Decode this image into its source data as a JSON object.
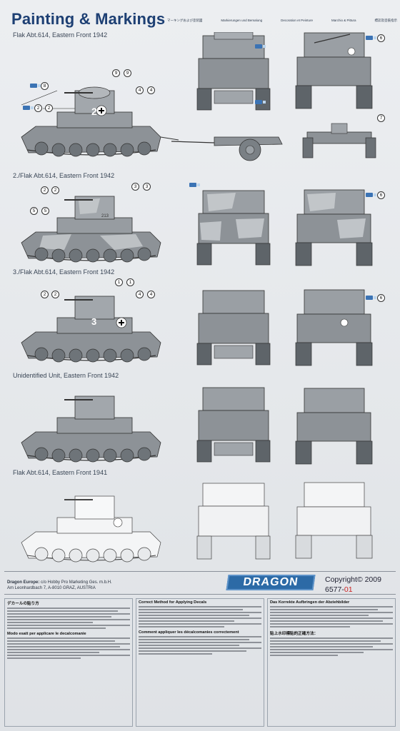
{
  "header": {
    "title": "Painting & Markings",
    "languages": [
      "マーキングおよび塗装図",
      "Markierungen und Bemalung",
      "Decoration et Peinture",
      "Marchio & Pittura",
      "標誌及塗裝指示"
    ]
  },
  "schemes": [
    {
      "label": "Flak Abt.614, Eastern Front 1942"
    },
    {
      "label": "2./Flak Abt.614, Eastern Front 1942"
    },
    {
      "label": "3./Flak Abt.614, Eastern Front 1942"
    },
    {
      "label": "Unidentified Unit, Eastern Front 1942"
    },
    {
      "label": "Flak Abt.614, Eastern Front 1941"
    }
  ],
  "callouts": {
    "s1": [
      "8",
      "2",
      "2",
      "9",
      "9",
      "4",
      "4",
      "6",
      "7"
    ],
    "s2": [
      "2",
      "2",
      "3",
      "3",
      "5",
      "5",
      "6"
    ],
    "s3": [
      "2",
      "2",
      "1",
      "1",
      "4",
      "4",
      "6"
    ]
  },
  "turret_numbers": {
    "s1": "2",
    "s2": "213",
    "s3": "3"
  },
  "footer": {
    "company": "Dragon Europe:",
    "company_rest": " c/o Hobby Pro Marketing Ges. m.b.H.",
    "address": "Am Leonhardbach 7, A-8010 GRAZ, AUSTRIA",
    "logo": "DRAGON",
    "copyright": "Copyright© 2009",
    "code_prefix": "6577-",
    "code_suffix": "01"
  },
  "instructions": {
    "col1_h": "デカールの貼り方",
    "col1_sub": "Modo esatt per applicare le decalcomanie",
    "col2_h": "Correct Method for Applying Decals",
    "col2_sub": "Comment appliquer les décalcomanies correctement",
    "col3_h": "Das Korrekte Aufbringen der Abziehbilder",
    "col3_sub": "貼上水印標貼的正確方法："
  },
  "colors": {
    "title": "#1d3f73",
    "vehicle": "#8d9297",
    "camo": "#c9cdd0",
    "logo": "#2c6aa6"
  }
}
